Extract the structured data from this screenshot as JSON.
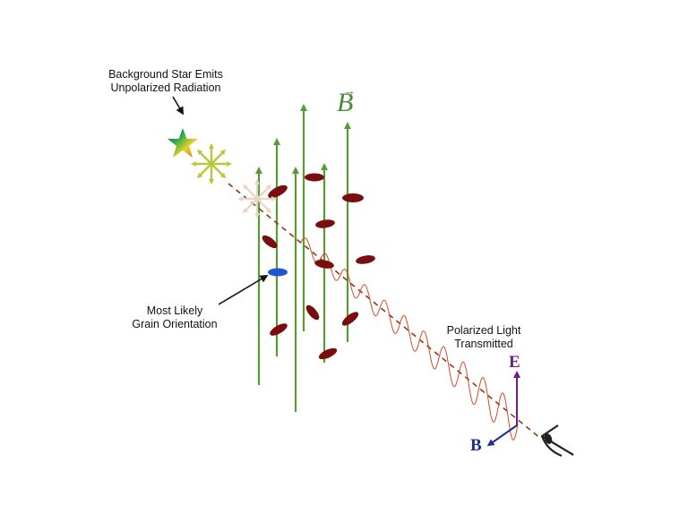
{
  "labels": {
    "star_line1": "Background Star Emits",
    "star_line2": "Unpolarized Radiation",
    "grain_line1": "Most Likely",
    "grain_line2": "Grain Orientation",
    "polarized_line1": "Polarized Light",
    "polarized_line2": "Transmitted",
    "magnetic_field": "B",
    "magnetic_field_vector_mark": "→",
    "e_vector": "E",
    "b_vector": "B"
  },
  "colors": {
    "field_lines": "#5a9a35",
    "grains": "#7a0e0e",
    "aligned_grain": "#1e56d6",
    "wave": "#d9472b",
    "beam_dashes": "#8b3a12",
    "e_vector": "#6a1d8a",
    "b_vector": "#1b2f8e",
    "eye": "#222222"
  },
  "icons": {
    "star": "rainbow-star-icon",
    "unpolarized_star_burst": "arrow-burst-icon",
    "observer": "eye-icon"
  }
}
